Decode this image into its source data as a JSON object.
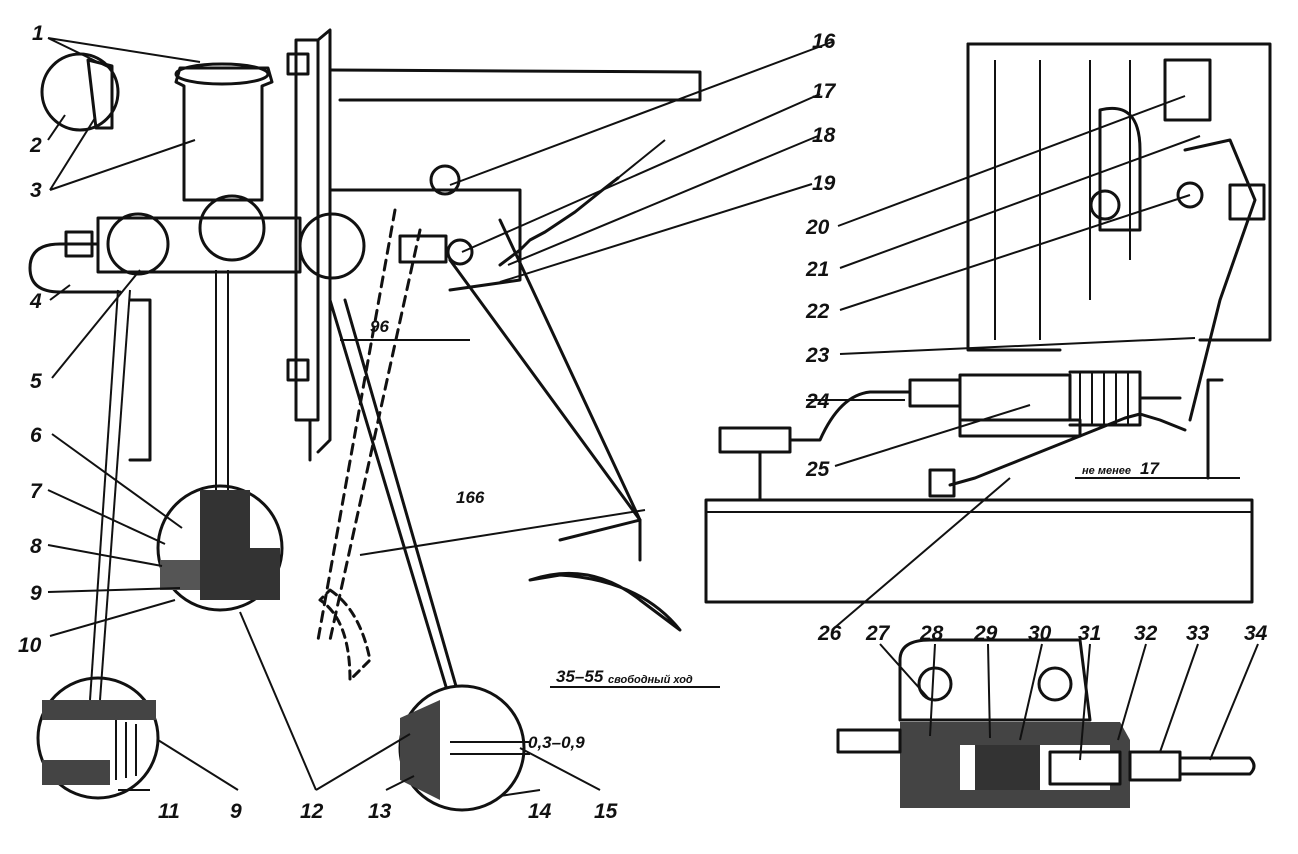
{
  "callouts": {
    "n1": "1",
    "n2": "2",
    "n3": "3",
    "n4": "4",
    "n5": "5",
    "n6": "6",
    "n7": "7",
    "n8": "8",
    "n9": "9",
    "n9b": "9",
    "n10": "10",
    "n11": "11",
    "n12": "12",
    "n13": "13",
    "n14": "14",
    "n15": "15",
    "n16": "16",
    "n17": "17",
    "n18": "18",
    "n19": "19",
    "n20": "20",
    "n21": "21",
    "n22": "22",
    "n23": "23",
    "n24": "24",
    "n25": "25",
    "n26": "26",
    "n27": "27",
    "n28": "28",
    "n29": "29",
    "n30": "30",
    "n31": "31",
    "n32": "32",
    "n33": "33",
    "n34": "34"
  },
  "dimensions": {
    "d96": "96",
    "d166": "166",
    "free_play": "35–55",
    "free_play_note": "свободный ход",
    "gap": "0,3–0,9",
    "pusher_travel": "17",
    "pusher_travel_note": "не менее"
  },
  "colors": {
    "ink": "#111111",
    "paper": "#ffffff"
  }
}
